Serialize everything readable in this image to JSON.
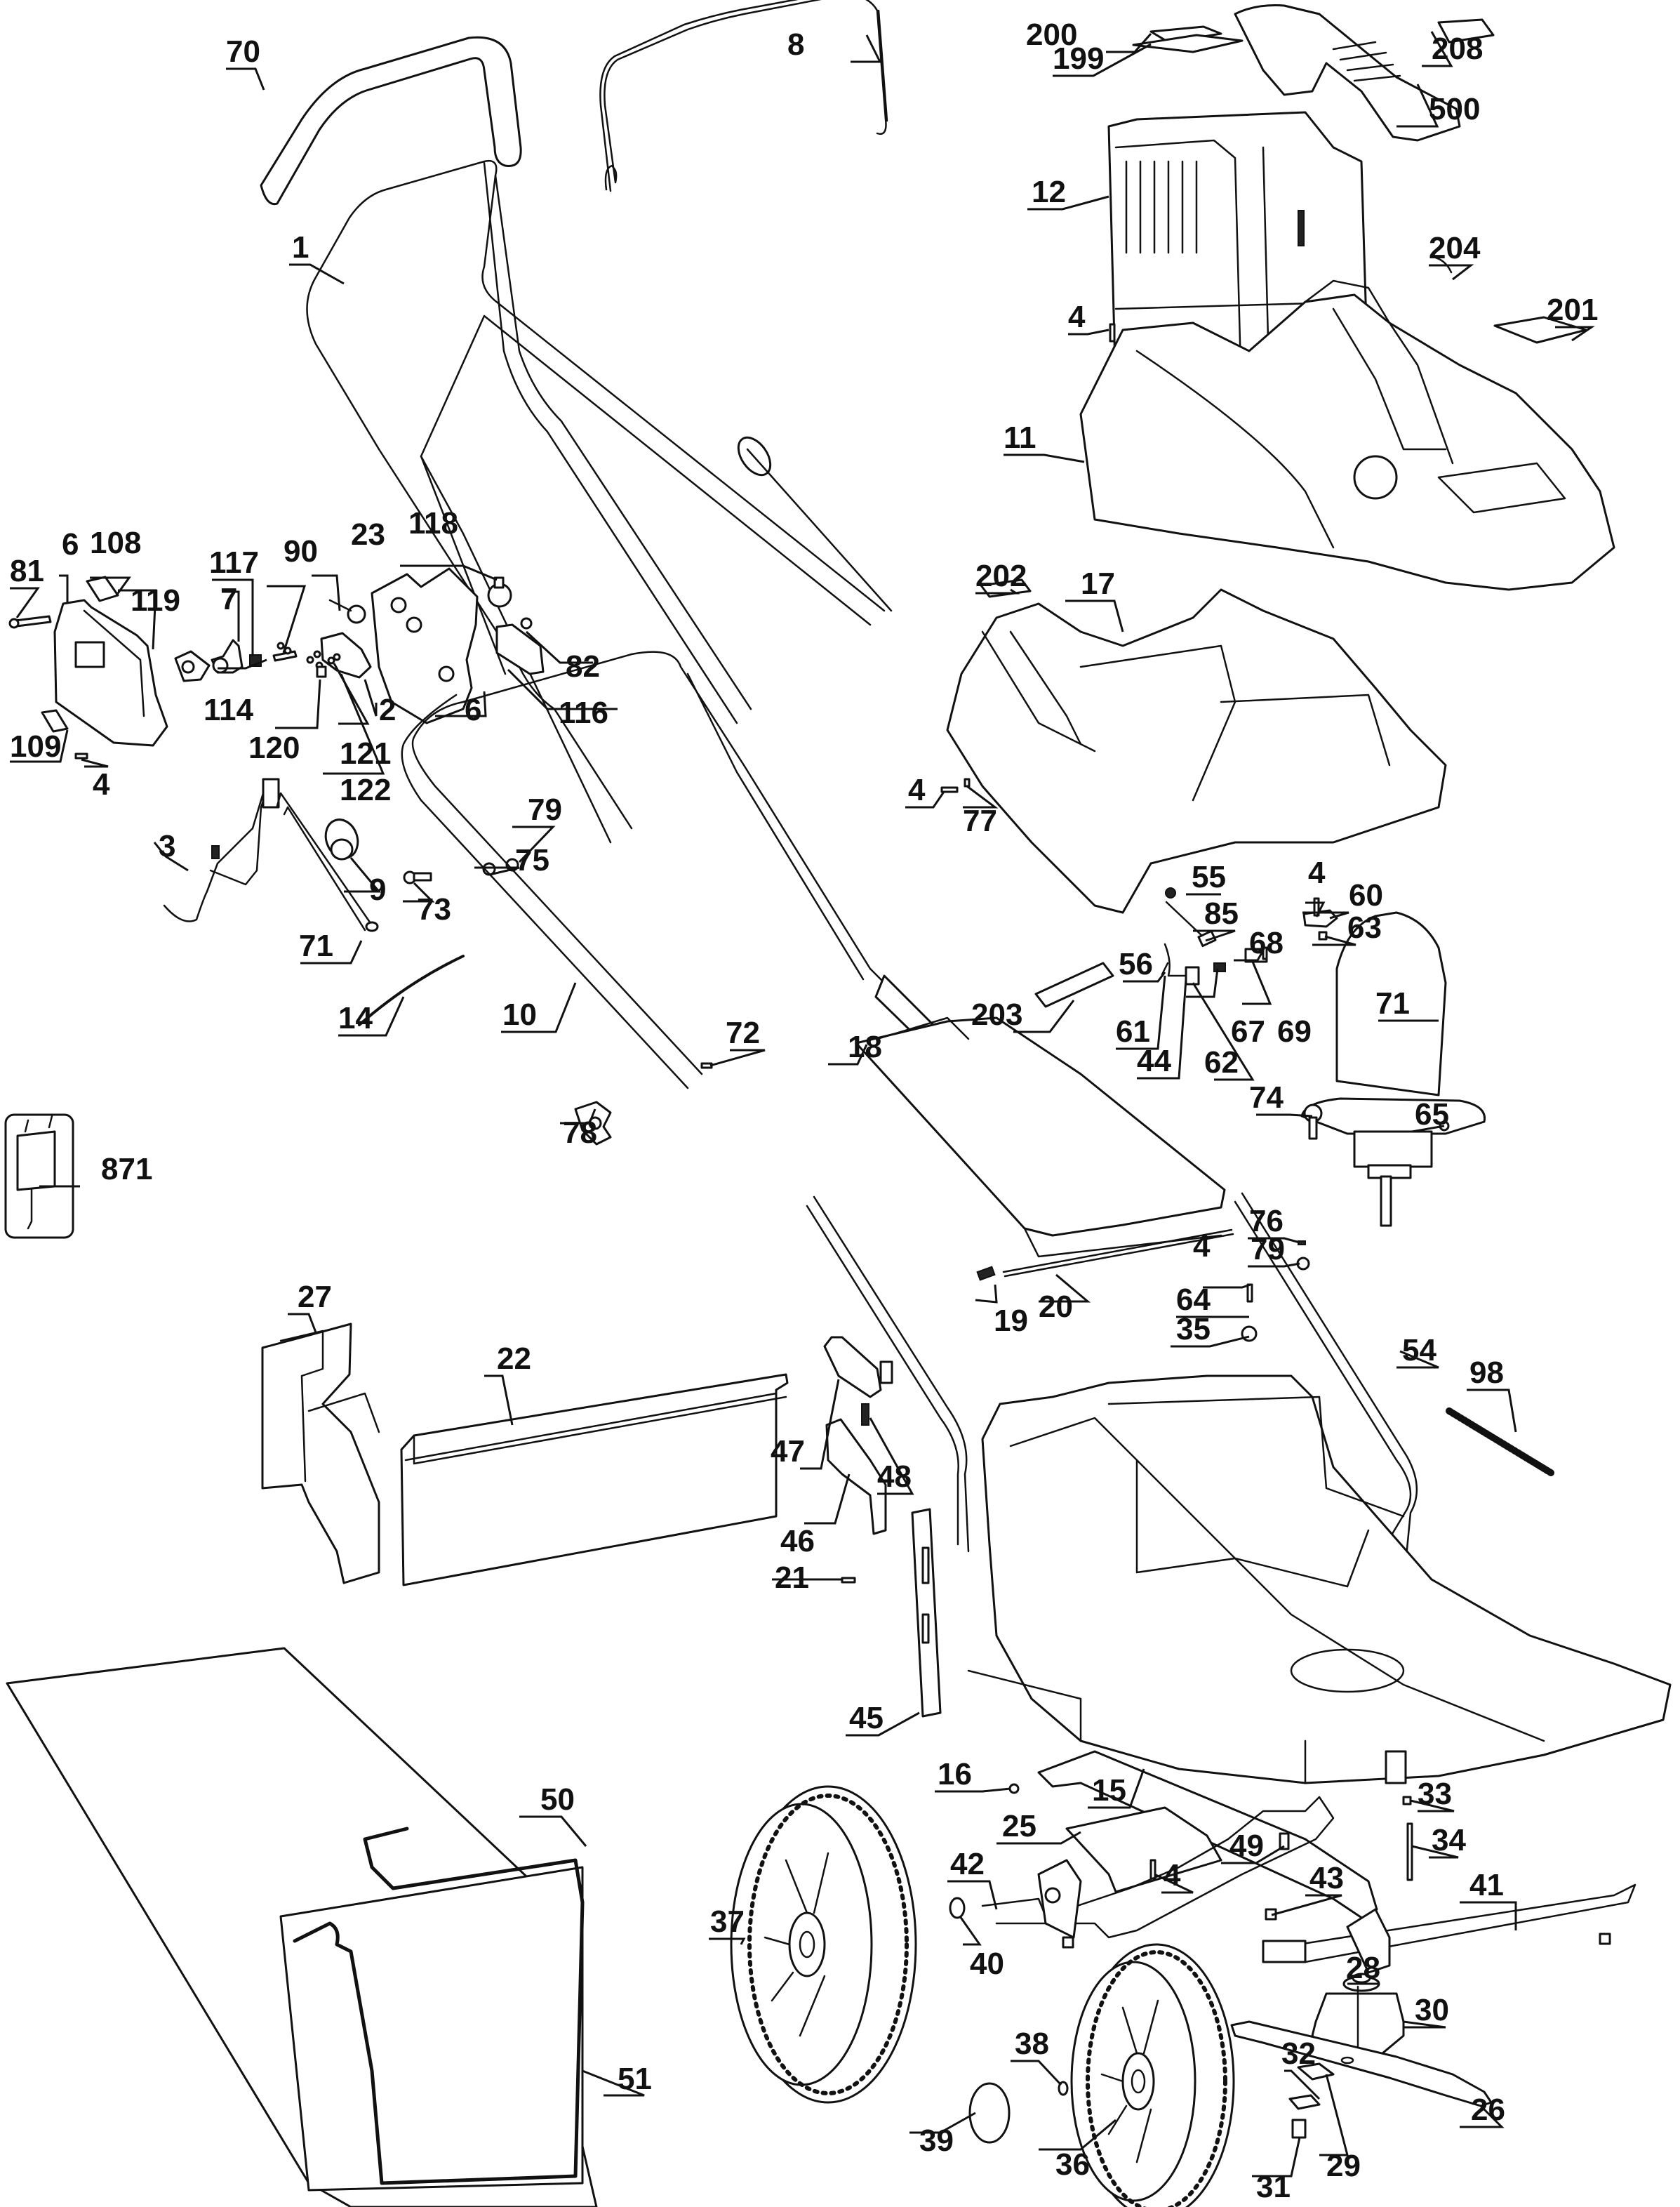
{
  "diagram": {
    "type": "exploded-parts-diagram",
    "subject": "Battery-powered lawn mower",
    "line_color": "#111111",
    "background": "#ffffff"
  },
  "callouts": {
    "c70": "70",
    "c8": "8",
    "c1": "1",
    "c200": "200",
    "c208": "208",
    "c199": "199",
    "c500": "500",
    "c12": "12",
    "c204": "204",
    "c4a": "4",
    "c201": "201",
    "c11": "11",
    "c6a": "6",
    "c108": "108",
    "c81": "81",
    "c117": "117",
    "c90": "90",
    "c23": "23",
    "c118": "118",
    "c7": "7",
    "c119": "119",
    "c82": "82",
    "c114": "114",
    "c2": "2",
    "c6b": "6",
    "c116": "116",
    "c120": "120",
    "c121": "121",
    "c109": "109",
    "c4b": "4",
    "c122": "122",
    "c202": "202",
    "c17": "17",
    "c4c": "4",
    "c77": "77",
    "c79a": "79",
    "c75": "75",
    "c3": "3",
    "c9": "9",
    "c73": "73",
    "c71a": "71",
    "c14": "14",
    "c10": "10",
    "c72": "72",
    "c78": "78",
    "c871": "871",
    "c55": "55",
    "c4d": "4",
    "c60": "60",
    "c85": "85",
    "c68": "68",
    "c63": "63",
    "c56": "56",
    "c203": "203",
    "c61": "61",
    "c67": "67",
    "c69": "69",
    "c44": "44",
    "c62": "62",
    "c71b": "71",
    "c74": "74",
    "c65": "65",
    "c18": "18",
    "c76": "76",
    "c4e": "4",
    "c79b": "79",
    "c64": "64",
    "c19": "19",
    "c20": "20",
    "c35": "35",
    "c54": "54",
    "c98": "98",
    "c27": "27",
    "c22": "22",
    "c47": "47",
    "c48": "48",
    "c46": "46",
    "c21": "21",
    "c45": "45",
    "c50": "50",
    "c16": "16",
    "c15": "15",
    "c33": "33",
    "c25": "25",
    "c49": "49",
    "c34": "34",
    "c42": "42",
    "c4f": "4",
    "c43": "43",
    "c41": "41",
    "c37": "37",
    "c40": "40",
    "c28": "28",
    "c38": "38",
    "c30": "30",
    "c39": "39",
    "c32": "32",
    "c26": "26",
    "c36": "36",
    "c29": "29",
    "c31": "31",
    "c51": "51"
  }
}
